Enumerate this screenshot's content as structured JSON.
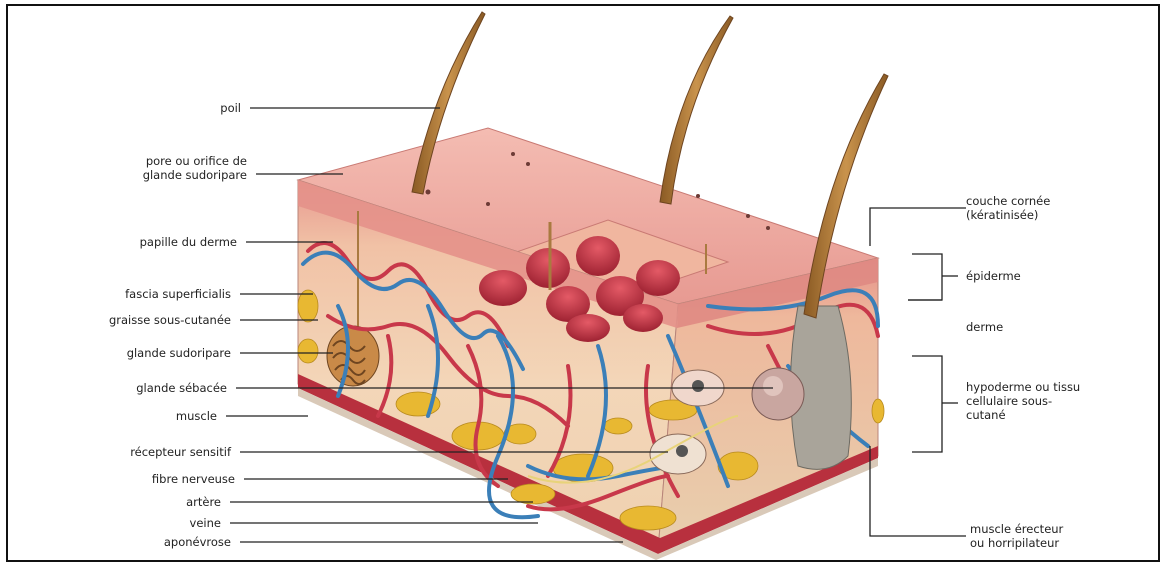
{
  "diagram": {
    "labels_left": [
      {
        "key": "poil",
        "text": "poil"
      },
      {
        "key": "pore",
        "text": "pore ou orifice de\nglande sudoripare"
      },
      {
        "key": "papille",
        "text": "papille du derme"
      },
      {
        "key": "fascia",
        "text": "fascia superficialis"
      },
      {
        "key": "graisse",
        "text": "graisse sous-cutanée"
      },
      {
        "key": "glande_sudoripare",
        "text": "glande sudoripare"
      },
      {
        "key": "glande_sebacee",
        "text": "glande sébacée"
      },
      {
        "key": "muscle",
        "text": "muscle"
      },
      {
        "key": "recepteur",
        "text": "récepteur sensitif"
      },
      {
        "key": "fibre",
        "text": "fibre nerveuse"
      },
      {
        "key": "artere",
        "text": "artère"
      },
      {
        "key": "veine",
        "text": "veine"
      },
      {
        "key": "aponevrose",
        "text": "aponévrose"
      }
    ],
    "labels_right": [
      {
        "key": "couche_cornee",
        "text": "couche cornée\n(kératinisée)"
      },
      {
        "key": "epiderme",
        "text": "épiderme"
      },
      {
        "key": "derme",
        "text": "derme"
      },
      {
        "key": "hypoderme",
        "text": "hypoderme ou tissu\ncellulaire sous-\ncutané"
      },
      {
        "key": "muscle_erecteur",
        "text": "muscle érecteur\nou horripilateur"
      }
    ],
    "colors": {
      "epidermis": "#e89a96",
      "epidermis_top": "#f0b0a8",
      "dermis": "#f2c7a8",
      "hypodermis": "#f3dcc0",
      "fat": "#e8b832",
      "artery": "#c8384a",
      "vein": "#3b7fb8",
      "hair": "#b07a3a",
      "papillae": "#c9404e",
      "muscle_layer": "#b8303e",
      "leader_line": "#222222"
    },
    "icons": [
      "hair-icon",
      "sweat-gland-icon",
      "sebaceous-gland-icon",
      "sensory-receptor-icon"
    ]
  }
}
